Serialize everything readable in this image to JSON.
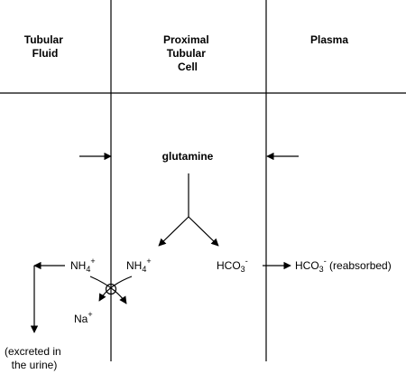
{
  "headers": {
    "col1": [
      "Tubular",
      "Fluid"
    ],
    "col2": [
      "Proximal",
      "Tubular",
      "Cell"
    ],
    "col3": "Plasma"
  },
  "labels": {
    "glutamine": "glutamine",
    "nh4_fluid_base": "NH",
    "nh4_fluid_sub": "4",
    "nh4_fluid_sup": "+",
    "nh4_cell_base": "NH",
    "nh4_cell_sub": "4",
    "nh4_cell_sup": "+",
    "hco3_cell_base": "HCO",
    "hco3_cell_sub": "3",
    "hco3_cell_sup": "-",
    "hco3_plasma_base": "HCO",
    "hco3_plasma_sub": "3",
    "hco3_plasma_sup": "-",
    "hco3_plasma_note": " (reabsorbed)",
    "na_base": "Na",
    "na_sup": "+",
    "excreted": [
      "(excreted in",
      "the urine)"
    ]
  }
}
